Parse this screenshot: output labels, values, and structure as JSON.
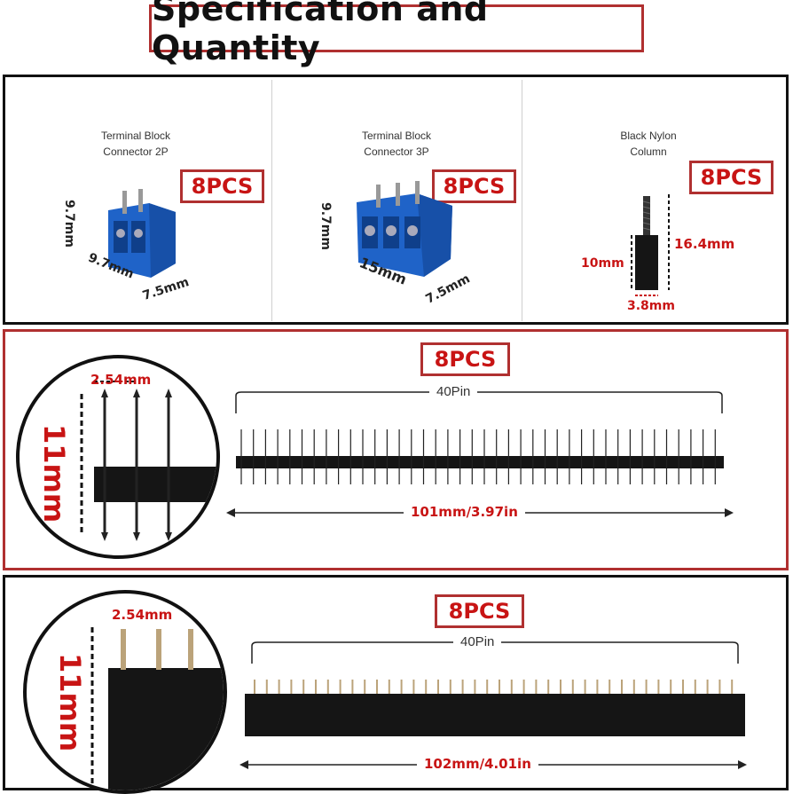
{
  "title": "Specification and Quantity",
  "top_panel": {
    "items": [
      {
        "caption_line1": "Terminal Block",
        "caption_line2": "Connector 2P",
        "qty": "8PCS",
        "height": "9.7mm",
        "width": "9.7mm",
        "depth": "7.5mm"
      },
      {
        "caption_line1": "Terminal Block",
        "caption_line2": "Connector 3P",
        "qty": "8PCS",
        "height": "9.7mm",
        "width": "15mm",
        "depth": "7.5mm"
      },
      {
        "caption_line1": "Black Nylon",
        "caption_line2": "Column",
        "qty": "8PCS",
        "total": "16.4mm",
        "body": "10mm",
        "dia": "3.8mm"
      }
    ]
  },
  "male_header": {
    "qty": "8PCS",
    "pitch": "2.54mm",
    "height": "11mm",
    "pins": "40Pin",
    "length": "101mm/3.97in"
  },
  "female_header": {
    "qty": "8PCS",
    "pitch": "2.54mm",
    "height": "11mm",
    "pins": "40Pin",
    "length": "102mm/4.01in"
  },
  "colors": {
    "accent_red": "#c81414",
    "border_red": "#b03030",
    "terminal_blue": "#1f63c8"
  }
}
